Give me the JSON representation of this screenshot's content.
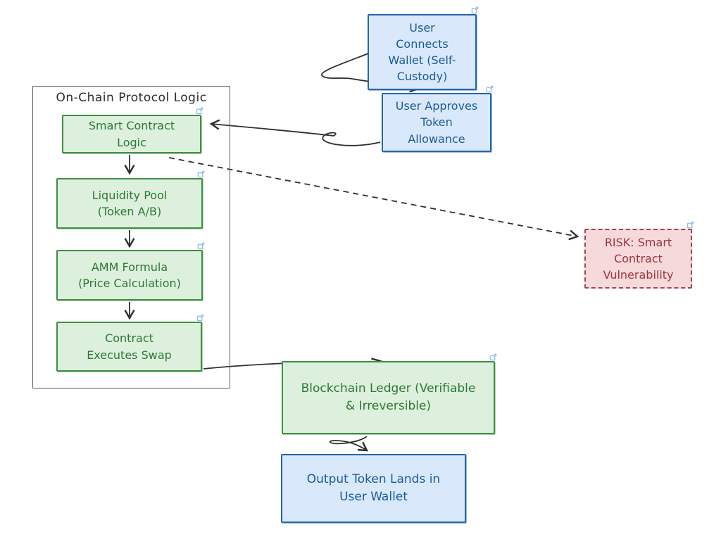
{
  "group": {
    "title": "On-Chain Protocol Logic"
  },
  "nodes": {
    "user_connects": {
      "label": "User\nConnects\nWallet (Self-\nCustody)",
      "type": "user-action",
      "has_link_badge": true
    },
    "user_approves": {
      "label": "User Approves\nToken\nAllowance",
      "type": "user-action",
      "has_link_badge": true
    },
    "smart_contract": {
      "label": "Smart Contract\nLogic",
      "type": "protocol",
      "has_link_badge": true
    },
    "liquidity_pool": {
      "label": "Liquidity Pool\n(Token A/B)",
      "type": "protocol",
      "has_link_badge": true
    },
    "amm_formula": {
      "label": "AMM Formula\n(Price Calculation)",
      "type": "protocol",
      "has_link_badge": true
    },
    "executes_swap": {
      "label": "Contract\nExecutes Swap",
      "type": "protocol",
      "has_link_badge": true
    },
    "risk_vulnerability": {
      "label": "RISK: Smart\nContract\nVulnerability",
      "type": "risk",
      "has_link_badge": true
    },
    "blockchain_ledger": {
      "label": "Blockchain Ledger (Verifiable\n& Irreversible)",
      "type": "protocol",
      "has_link_badge": true
    },
    "output_token": {
      "label": "Output Token Lands in\nUser Wallet",
      "type": "user-action",
      "has_link_badge": false
    }
  },
  "edges": [
    {
      "from": "user_connects",
      "to": "user_approves",
      "style": "solid-curved"
    },
    {
      "from": "user_approves",
      "to": "smart_contract",
      "style": "solid-curved"
    },
    {
      "from": "smart_contract",
      "to": "liquidity_pool",
      "style": "solid-straight"
    },
    {
      "from": "liquidity_pool",
      "to": "amm_formula",
      "style": "solid-straight"
    },
    {
      "from": "amm_formula",
      "to": "executes_swap",
      "style": "solid-straight"
    },
    {
      "from": "smart_contract",
      "to": "risk_vulnerability",
      "style": "dashed-straight"
    },
    {
      "from": "executes_swap",
      "to": "blockchain_ledger",
      "style": "solid-curved"
    },
    {
      "from": "blockchain_ledger",
      "to": "output_token",
      "style": "solid-curved"
    }
  ],
  "icons": {
    "link_badge": "external-link-icon"
  },
  "colors": {
    "user_action_fill": "#d9e9fb",
    "user_action_border": "#2266ab",
    "user_action_text": "#1a5b9e",
    "protocol_fill": "#ddefdd",
    "protocol_border": "#3f8f44",
    "protocol_text": "#2c7a33",
    "risk_fill": "#f6d9da",
    "risk_border": "#a64450",
    "risk_text": "#a13440",
    "group_border": "#5f5f5f",
    "arrow": "#2f2f2f",
    "link_badge": "#93bce5"
  }
}
